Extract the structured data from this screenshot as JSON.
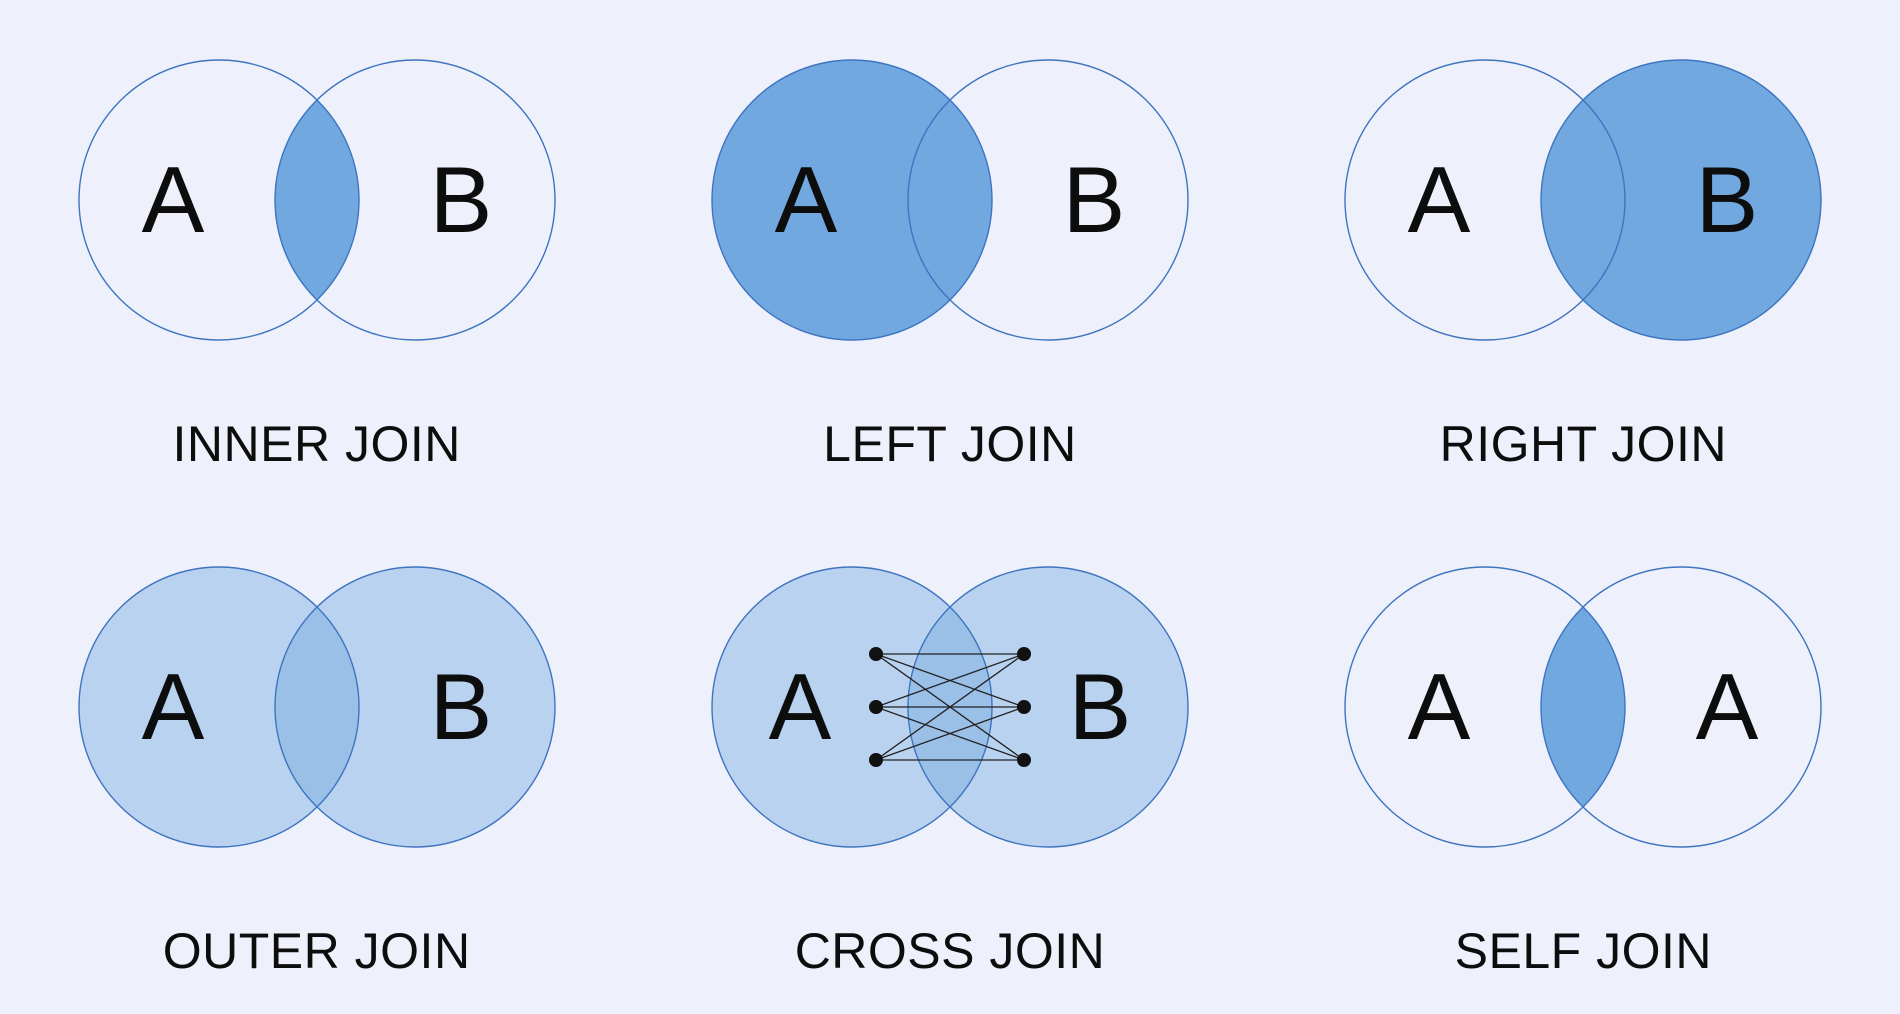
{
  "figure": {
    "title": "SQL join types venn diagrams",
    "background": "#eef1fb"
  },
  "colors": {
    "background": "#eef1fb",
    "circle_stroke": "#3e74c0",
    "solid_fill": "#71a8df",
    "light_fill": "rgba(111, 168, 221, 0.42)",
    "connector_line": "#222222",
    "dot_fill": "#111111",
    "label_text": "#0d0d0d"
  },
  "diagrams": [
    {
      "label": "INNER JOIN",
      "left_letter": "A",
      "right_letter": "B",
      "shading": "intersection-only"
    },
    {
      "label": "LEFT JOIN",
      "left_letter": "A",
      "right_letter": "B",
      "shading": "left-circle"
    },
    {
      "label": "RIGHT JOIN",
      "left_letter": "A",
      "right_letter": "B",
      "shading": "right-circle"
    },
    {
      "label": "OUTER JOIN",
      "left_letter": "A",
      "right_letter": "B",
      "shading": "both-circles-light"
    },
    {
      "label": "CROSS JOIN",
      "left_letter": "A",
      "right_letter": "B",
      "shading": "both-circles-light",
      "connections": {
        "left_dots": 3,
        "right_dots": 3,
        "lines": 9
      }
    },
    {
      "label": "SELF JOIN",
      "left_letter": "A",
      "right_letter": "A",
      "shading": "intersection-only"
    }
  ]
}
